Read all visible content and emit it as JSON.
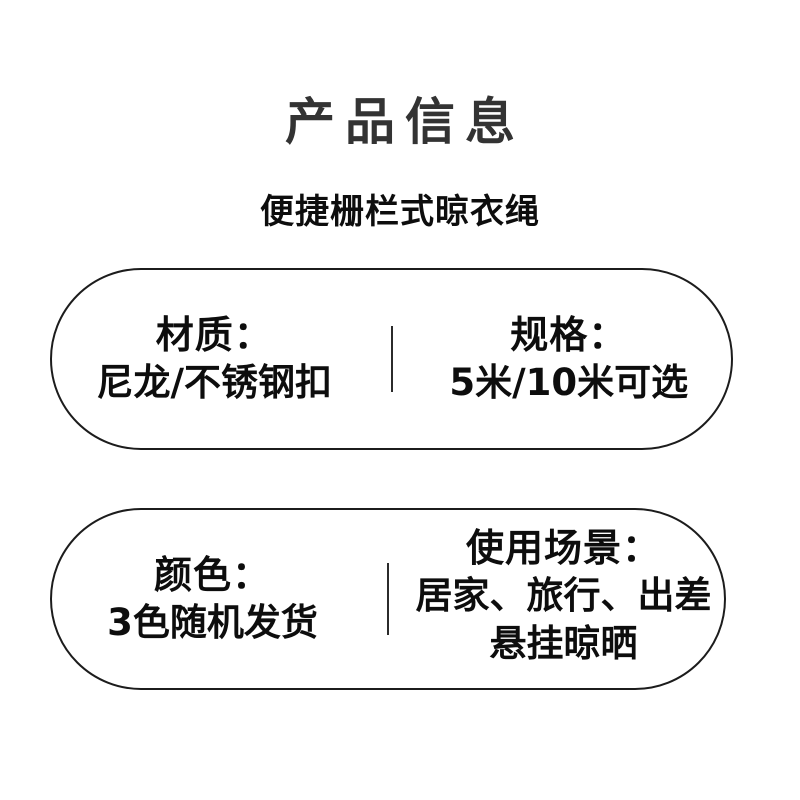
{
  "header": {
    "title": "产品信息",
    "subtitle": "便捷栅栏式晾衣绳"
  },
  "colors": {
    "background": "#ffffff",
    "title_text": "#333333",
    "body_text": "#0d0d0d",
    "card_border": "#1c1c1c",
    "divider": "#2b2b2b"
  },
  "cards": [
    {
      "id": "card-1",
      "cells": [
        {
          "label": "材质：",
          "values": [
            "尼龙/不锈钢扣"
          ]
        },
        {
          "label": "规格：",
          "values": [
            "5米/10米可选"
          ]
        }
      ]
    },
    {
      "id": "card-2",
      "cells": [
        {
          "label": "颜色：",
          "values": [
            "3色随机发货"
          ]
        },
        {
          "label": "使用场景：",
          "values": [
            "居家、旅行、出差",
            "悬挂晾晒"
          ]
        }
      ]
    }
  ]
}
